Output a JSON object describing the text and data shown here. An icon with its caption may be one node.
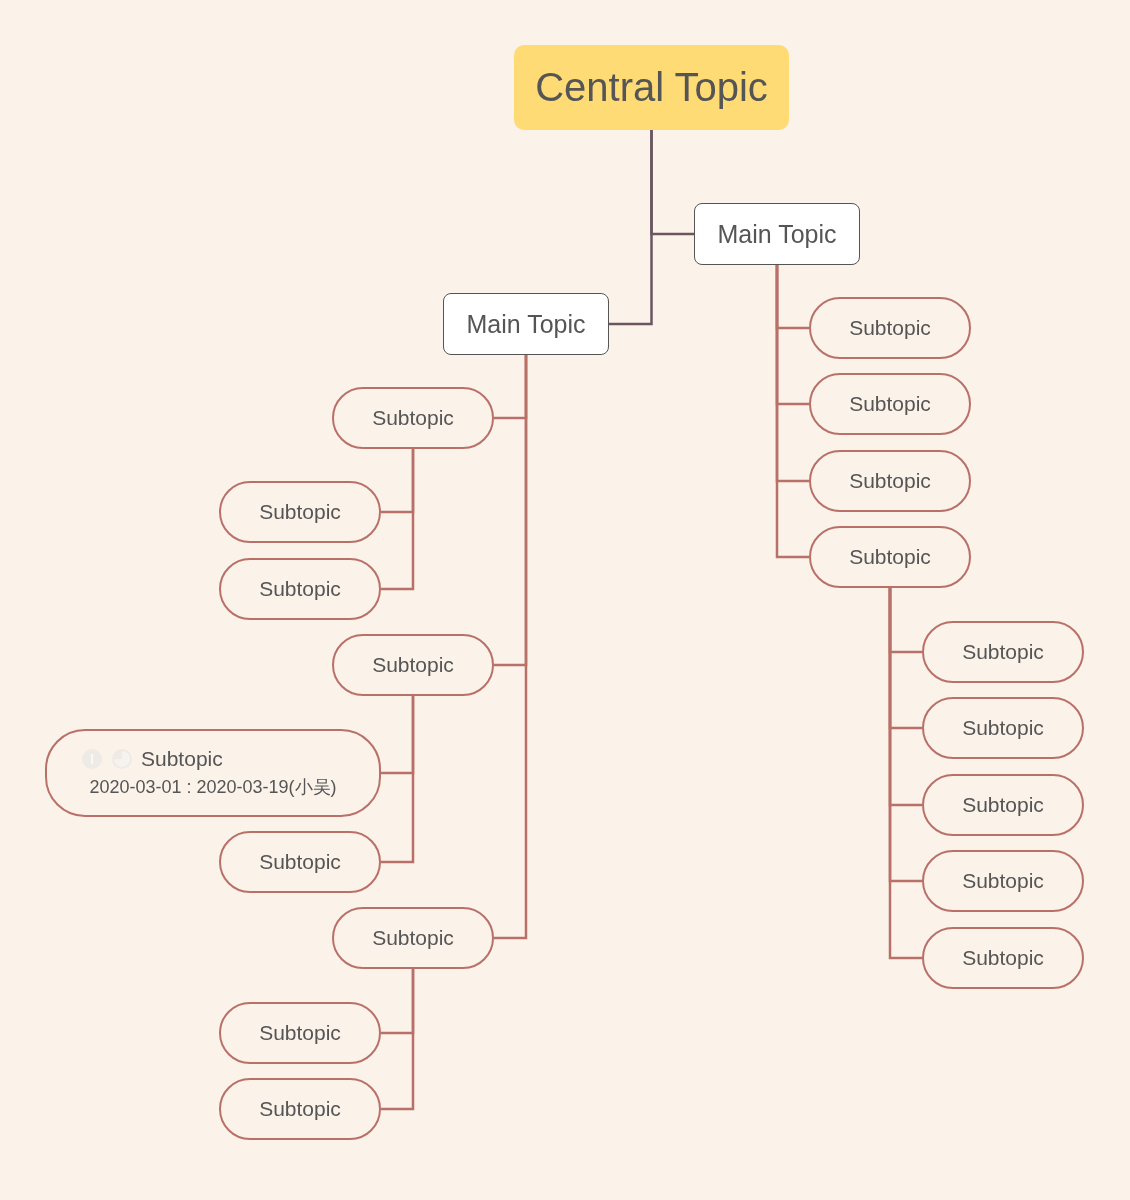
{
  "diagram": {
    "nodes": [
      {
        "text": [
          "Central Topic"
        ]
      },
      {
        "text": [
          "Main Topic"
        ]
      },
      {
        "text": [
          "Main Topic"
        ]
      },
      {
        "text": [
          "Subtopic"
        ]
      },
      {
        "text": [
          "Subtopic"
        ]
      },
      {
        "text": [
          "Subtopic"
        ]
      },
      {
        "text": [
          "Subtopic"
        ]
      },
      {
        "text": [
          "Subtopic",
          "2020-03-01 : 2020-03-19(小吴)"
        ]
      },
      {
        "text": [
          "Subtopic"
        ]
      },
      {
        "text": [
          "Subtopic"
        ]
      },
      {
        "text": [
          "Subtopic"
        ]
      },
      {
        "text": [
          "Subtopic"
        ]
      },
      {
        "text": [
          "Subtopic"
        ]
      },
      {
        "text": [
          "Subtopic"
        ]
      },
      {
        "text": [
          "Subtopic"
        ]
      },
      {
        "text": [
          "Subtopic"
        ]
      },
      {
        "text": [
          "Subtopic"
        ]
      },
      {
        "text": [
          "Subtopic"
        ]
      },
      {
        "text": [
          "Subtopic"
        ]
      },
      {
        "text": [
          "Subtopic"
        ]
      },
      {
        "text": [
          "Subtopic"
        ]
      }
    ],
    "edges": [
      {
        "from": 0,
        "to": 1,
        "arrow": "none",
        "color": "#6b5560"
      },
      {
        "from": 0,
        "to": 2,
        "arrow": "none",
        "color": "#6b5560"
      },
      {
        "from": 2,
        "to": 3,
        "arrow": "none"
      },
      {
        "from": 2,
        "to": 6,
        "arrow": "none"
      },
      {
        "from": 2,
        "to": 9,
        "arrow": "none"
      },
      {
        "from": 3,
        "to": 4,
        "arrow": "none"
      },
      {
        "from": 3,
        "to": 5,
        "arrow": "none"
      },
      {
        "from": 6,
        "to": 7,
        "arrow": "none"
      },
      {
        "from": 6,
        "to": 8,
        "arrow": "none"
      },
      {
        "from": 9,
        "to": 10,
        "arrow": "none"
      },
      {
        "from": 9,
        "to": 11,
        "arrow": "none"
      },
      {
        "from": 1,
        "to": 12,
        "arrow": "none"
      },
      {
        "from": 1,
        "to": 13,
        "arrow": "none"
      },
      {
        "from": 1,
        "to": 14,
        "arrow": "none"
      },
      {
        "from": 1,
        "to": 15,
        "arrow": "none"
      },
      {
        "from": 15,
        "to": 16,
        "arrow": "none"
      },
      {
        "from": 15,
        "to": 17,
        "arrow": "none"
      },
      {
        "from": 15,
        "to": 18,
        "arrow": "none"
      },
      {
        "from": 15,
        "to": 19,
        "arrow": "none"
      },
      {
        "from": 15,
        "to": 20,
        "arrow": "none"
      }
    ]
  }
}
